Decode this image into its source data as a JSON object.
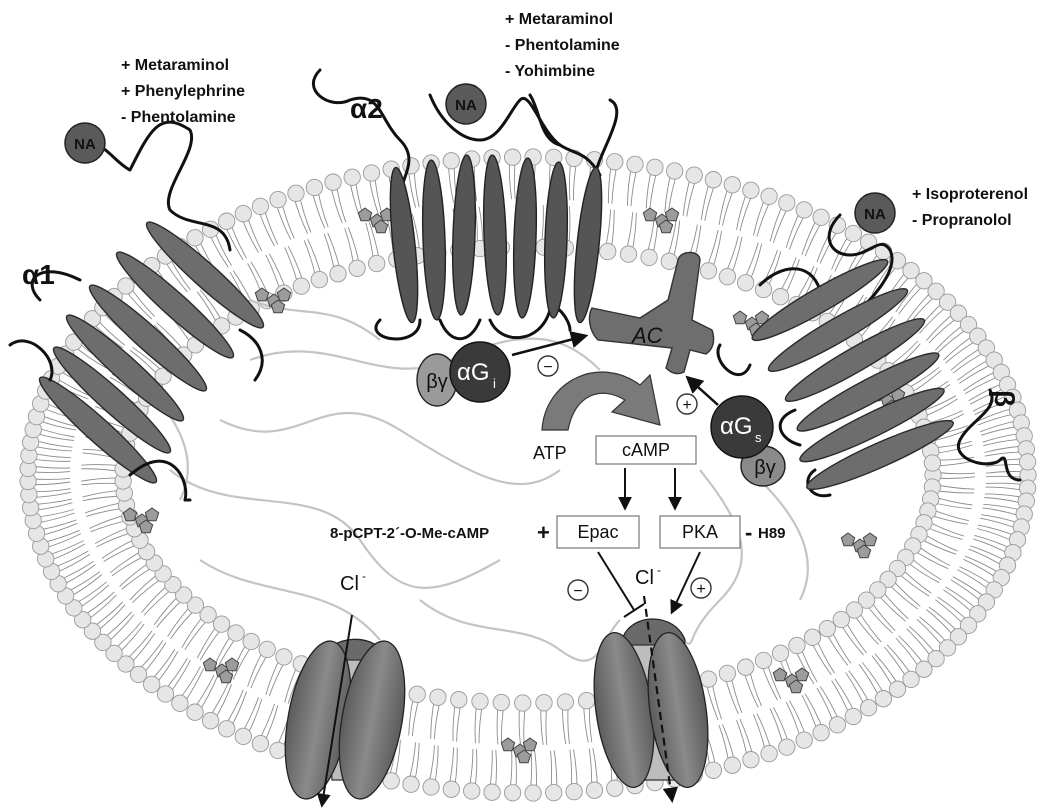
{
  "title": "",
  "receptors": {
    "alpha1": {
      "label": "α1",
      "ligand": "NA",
      "drugs": [
        "+ Metaraminol",
        "+ Phenylephrine",
        "- Phentolamine"
      ]
    },
    "alpha2": {
      "label": "α2",
      "ligand": "NA",
      "drugs": [
        "+ Metaraminol",
        "- Phentolamine",
        "- Yohimbine"
      ]
    },
    "beta": {
      "label": "β",
      "ligand": "NA",
      "drugs": [
        "+ Isoproterenol",
        "- Propranolol"
      ]
    }
  },
  "proteins": {
    "gi_alpha": "αG",
    "gi_sub": "i",
    "gs_alpha": "αG",
    "gs_sub": "s",
    "gbg_1": "βγ",
    "gbg_2": "βγ",
    "ac": "AC"
  },
  "pathway": {
    "atp": "ATP",
    "camp": "cAMP",
    "epac": "Epac",
    "pka": "PKA",
    "epac_agonist": "8-pCPT-2´-O-Me-cAMP",
    "epac_agonist_sign": "+",
    "pka_inhibitor": "H89",
    "pka_inhibitor_sign": "-",
    "gi_effect": "−",
    "gs_effect": "+",
    "epac_effect": "−",
    "pka_effect": "+"
  },
  "channels": {
    "left_ion": "Cl",
    "left_ion_sup": "-",
    "right_ion": "Cl",
    "right_ion_sup": "-"
  },
  "colors": {
    "helix": "#6d6d6d",
    "membrane_head": "#e6e6e6",
    "protein_dark": "#3a3a3a",
    "ac": "#6e6e6e"
  }
}
